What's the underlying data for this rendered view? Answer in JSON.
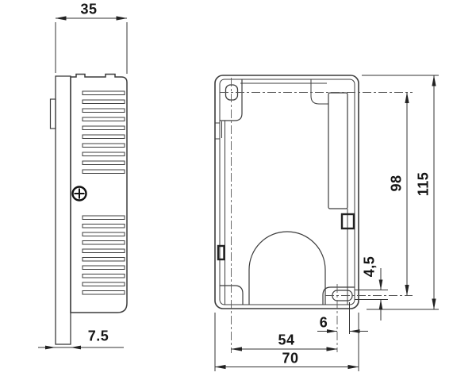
{
  "drawing": {
    "type": "technical-dimension-drawing",
    "subject": "DIN-rail enclosure, side view and front view",
    "line_color": "#3c3c3c",
    "centerline_color": "#5a5a5a",
    "text_color": "#161616",
    "background_color": "#ffffff"
  },
  "dimensions": {
    "side_width": "35",
    "plate_thickness": "7.5",
    "hole_spacing": "98",
    "overall_height": "115",
    "slot_offset_vertical": "4,5",
    "slot_offset_horizontal": "6",
    "hole_to_slot": "54",
    "overall_width": "70"
  }
}
